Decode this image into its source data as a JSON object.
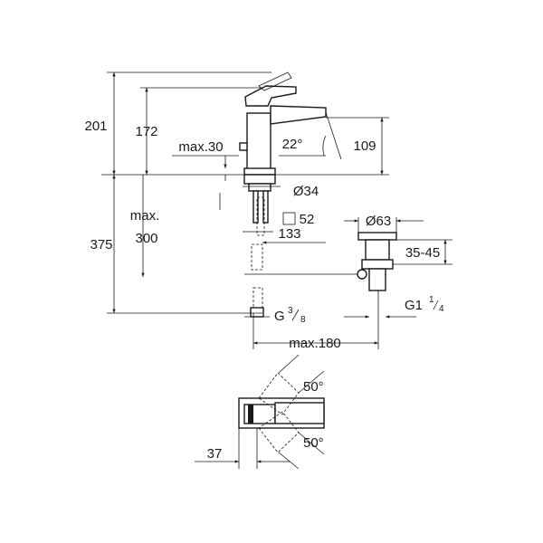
{
  "dimensions": {
    "overall_height": "201",
    "spout_height": "172",
    "spout_angle": "22°",
    "outlet_height": "109",
    "max_deck": "max.30",
    "hole_diameter": "Ø34",
    "base_square": "52",
    "max_label": "max.",
    "below_height": "300",
    "total_height": "375",
    "reach": "133",
    "waste_diameter": "Ø63",
    "waste_range": "35-45",
    "connector_base": "G",
    "connector_num": "3",
    "connector_den": "8",
    "waste_thread_base": "G1",
    "waste_thread_num": "1",
    "waste_thread_den": "4",
    "max_180": "max.180",
    "lever_angle_top": "50°",
    "lever_angle_bottom": "50°",
    "offset": "37"
  }
}
